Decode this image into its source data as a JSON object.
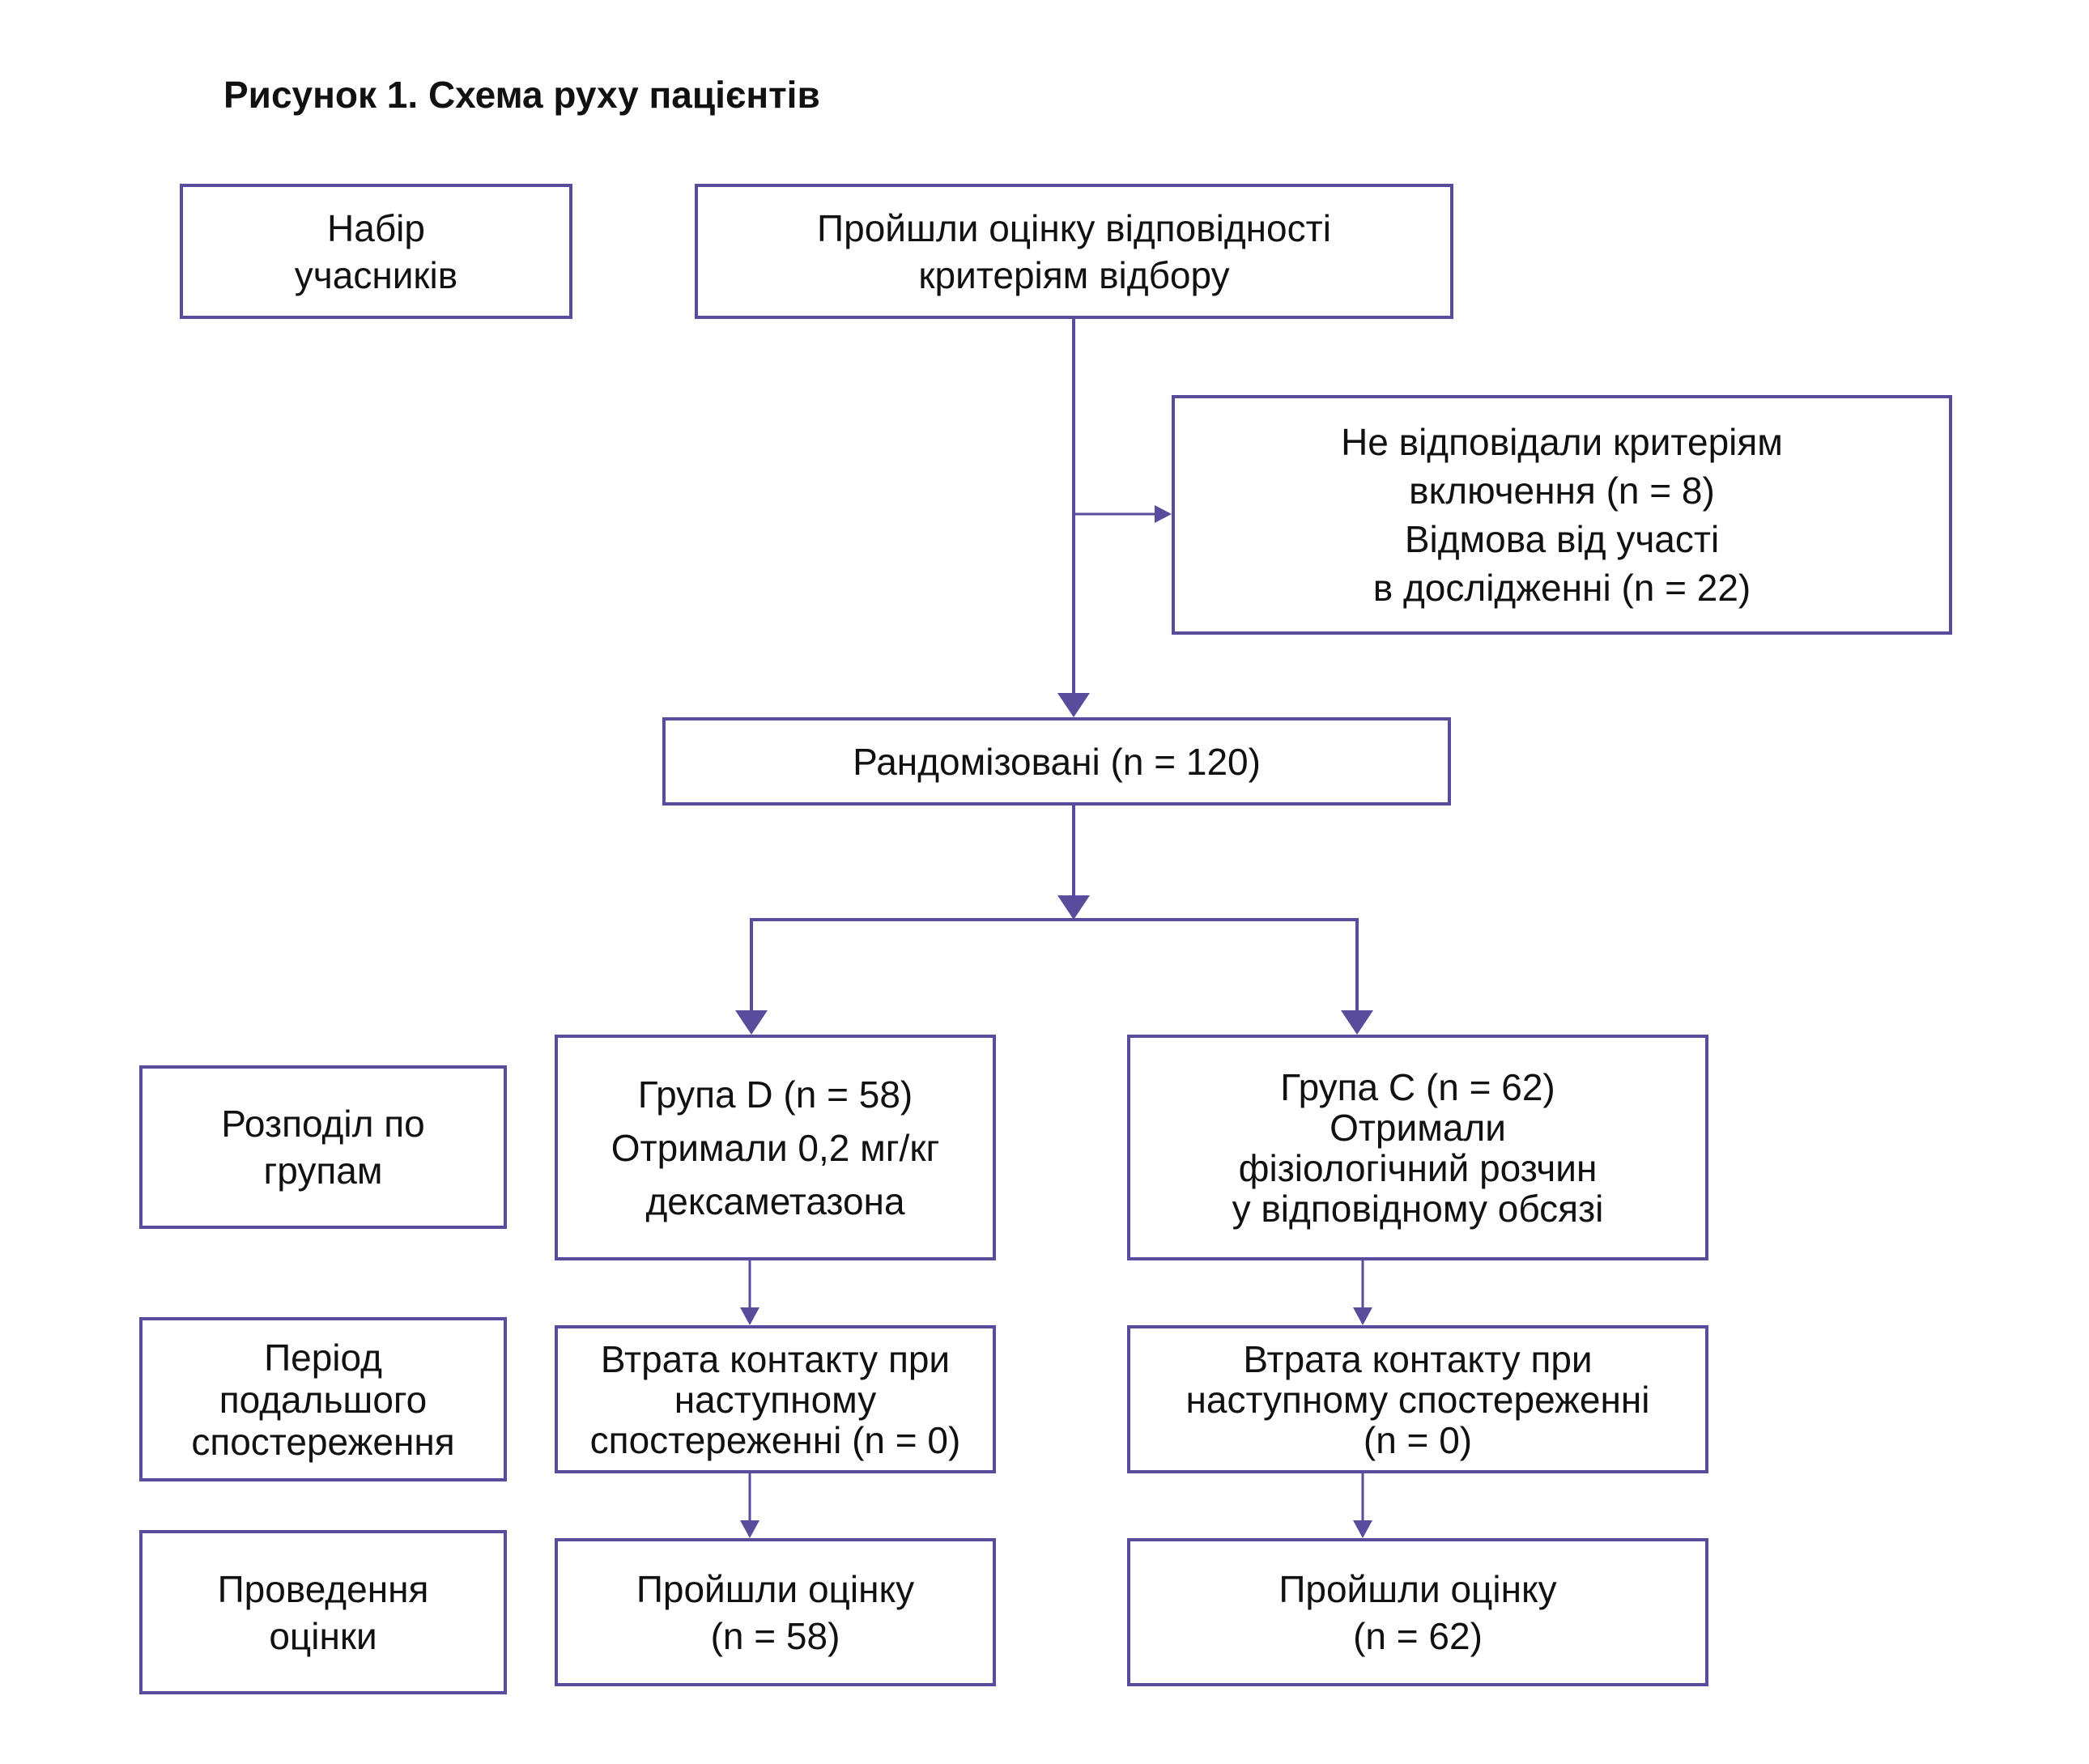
{
  "title": "Рисунок 1. Схема руху пацієнтів",
  "colors": {
    "accent": "#5a4c9c",
    "text": "#111111",
    "background": "#ffffff"
  },
  "stages": {
    "enrollment": [
      "Набір",
      "учасників"
    ],
    "allocation": [
      "Розподіл по",
      "групам"
    ],
    "follow_up": [
      "Період",
      "подальшого",
      "спостереження"
    ],
    "analysis": [
      "Проведення",
      "оцінки"
    ]
  },
  "nodes": {
    "assessed": [
      "Пройшли оцінку відповідності",
      "критеріям відбору"
    ],
    "excluded": [
      "Не відповідали критеріям",
      "включення (n = 8)",
      "Відмова від участі",
      "в дослідженні (n = 22)"
    ],
    "randomized": [
      "Рандомізовані (n = 120)"
    ],
    "group_d": [
      "Група D (n = 58)",
      "Отримали 0,2 мг/кг",
      "дексаметазона"
    ],
    "group_c": [
      "Група C (n = 62)",
      "Отримали",
      "фізіологічний розчин",
      "у відповідному обсязі"
    ],
    "lost_d": [
      "Втрата контакту при",
      "наступному",
      "спостереженні (n = 0)"
    ],
    "lost_c": [
      "Втрата контакту при",
      "наступному спостереженні",
      "(n = 0)"
    ],
    "analysed_d": [
      "Пройшли оцінку",
      "(n = 58)"
    ],
    "analysed_c": [
      "Пройшли оцінку",
      "(n = 62)"
    ]
  }
}
